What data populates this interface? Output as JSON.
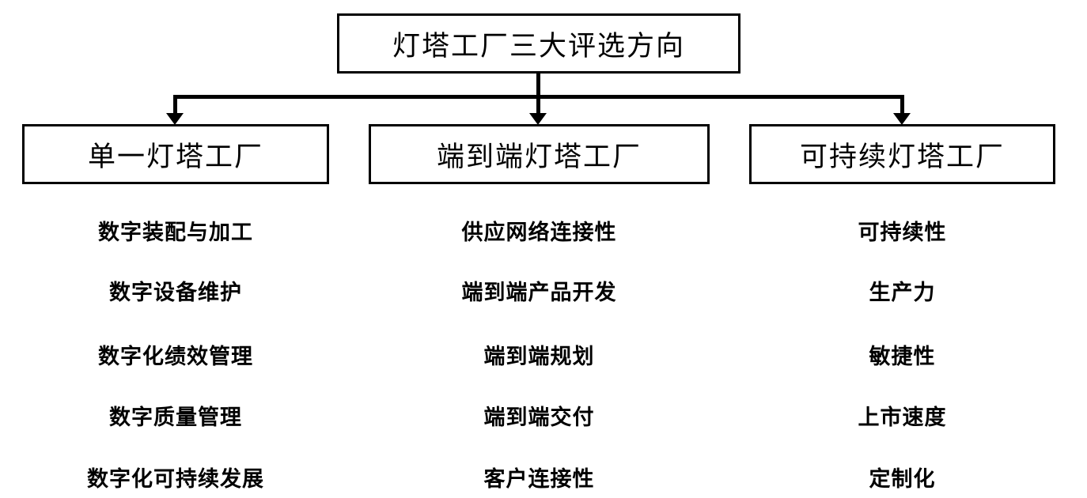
{
  "diagram": {
    "title": "灯塔工厂三大评选方向",
    "root": {
      "label": "灯塔工厂三大评选方向"
    },
    "connector": {
      "type": "orthogonal-bar-with-arrows",
      "arrow_count": 3,
      "line_color": "#000000"
    },
    "branches": [
      {
        "label": "单一灯塔工厂",
        "items": [
          "数字装配与加工",
          "数字设备维护",
          "数字化绩效管理",
          "数字质量管理",
          "数字化可持续发展"
        ]
      },
      {
        "label": "端到端灯塔工厂",
        "items": [
          "供应网络连接性",
          "端到端产品开发",
          "端到端规划",
          "端到端交付",
          "客户连接性"
        ]
      },
      {
        "label": "可持续灯塔工厂",
        "items": [
          "可持续性",
          "生产力",
          "敏捷性",
          "上市速度",
          "定制化"
        ]
      }
    ],
    "colors": {
      "background": "#ffffff",
      "border": "#000000",
      "text": "#000000"
    }
  }
}
